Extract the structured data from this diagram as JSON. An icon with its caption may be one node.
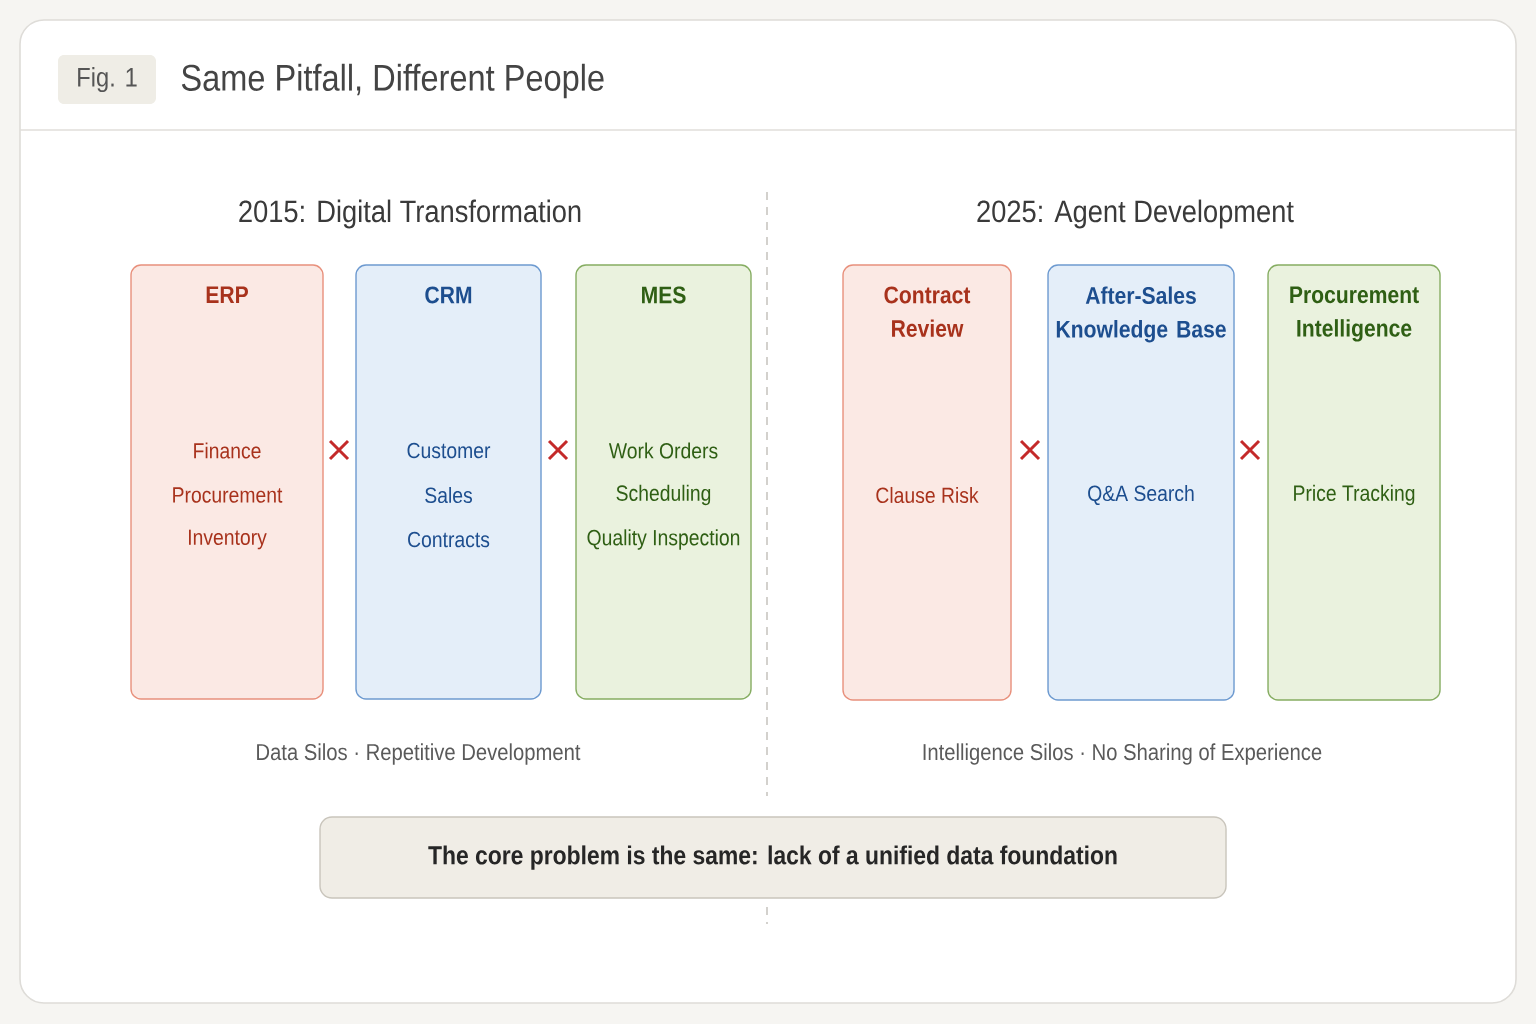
{
  "diagram": {
    "title": "Same Pitfall, Different People",
    "nodes": [
      {
        "text": [
          "Fig. 1"
        ]
      },
      {
        "text": [
          "ERP",
          "Finance",
          "Procurement",
          "Inventory"
        ]
      },
      {
        "text": [
          "CRM",
          "Customer",
          "Sales",
          "Contracts"
        ]
      },
      {
        "text": [
          "MES",
          "Work Orders",
          "Scheduling",
          "Quality Inspection"
        ]
      },
      {
        "text": [
          "Contract Review",
          "Clause Risk"
        ]
      },
      {
        "text": [
          "After-Sales Knowledge Base",
          "Q&A Search"
        ]
      },
      {
        "text": [
          "Procurement Intelligence",
          "Price Tracking"
        ]
      },
      {
        "text": [
          "The core problem is the same: lack of a unified data foundation"
        ]
      }
    ],
    "labels": [
      "2015: Digital Transformation",
      "2025: Agent Development",
      "Data Silos · Repetitive Development",
      "Intelligence Silos · No Sharing of Experience"
    ]
  }
}
